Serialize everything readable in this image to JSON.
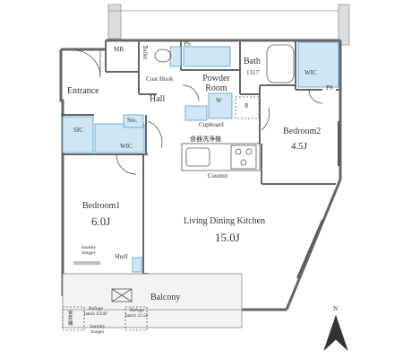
{
  "rooms": {
    "mb": "MB",
    "toilet": "Toilet",
    "ps_top": "PS",
    "ps_right": "PS",
    "bath": "Bath",
    "bath_size": "1317",
    "powder_room": "Powder Room",
    "coat_hook": "Coat Hook",
    "wic_top": "WIC",
    "entrance": "Entrance",
    "hall": "Hall",
    "washer": "W",
    "fridge": "R",
    "sic": "SIC",
    "storage": "Sto.",
    "wic_mid": "WIC",
    "cupboard": "Cupboard",
    "dishwasher": "食器洗浄機",
    "bedroom2": "Bedroom2",
    "bedroom2_area": "4.5J",
    "counter": "Counter",
    "bedroom1": "Bedroom1",
    "bedroom1_area": "6.0J",
    "ldk": "Living Dining Kitchen",
    "ldk_area": "15.0J",
    "laundry_hanger": "laundry hanger",
    "shelf": "Shelf",
    "balcony": "Balcony",
    "ac_unit": "室外機",
    "refuge_hatch_1": "Refuge hatch EZ4F",
    "laundry_hanger_2": "laundry hanger",
    "refuge_hatch_2": "Refuge hatch 23.5F"
  },
  "compass": {
    "label": "N"
  },
  "colors": {
    "wall": "#6e6e6e",
    "wall_light": "#bdbdbd",
    "storage_fill": "#cfe7f5",
    "tile_fill": "#ececec",
    "line": "#444444"
  }
}
